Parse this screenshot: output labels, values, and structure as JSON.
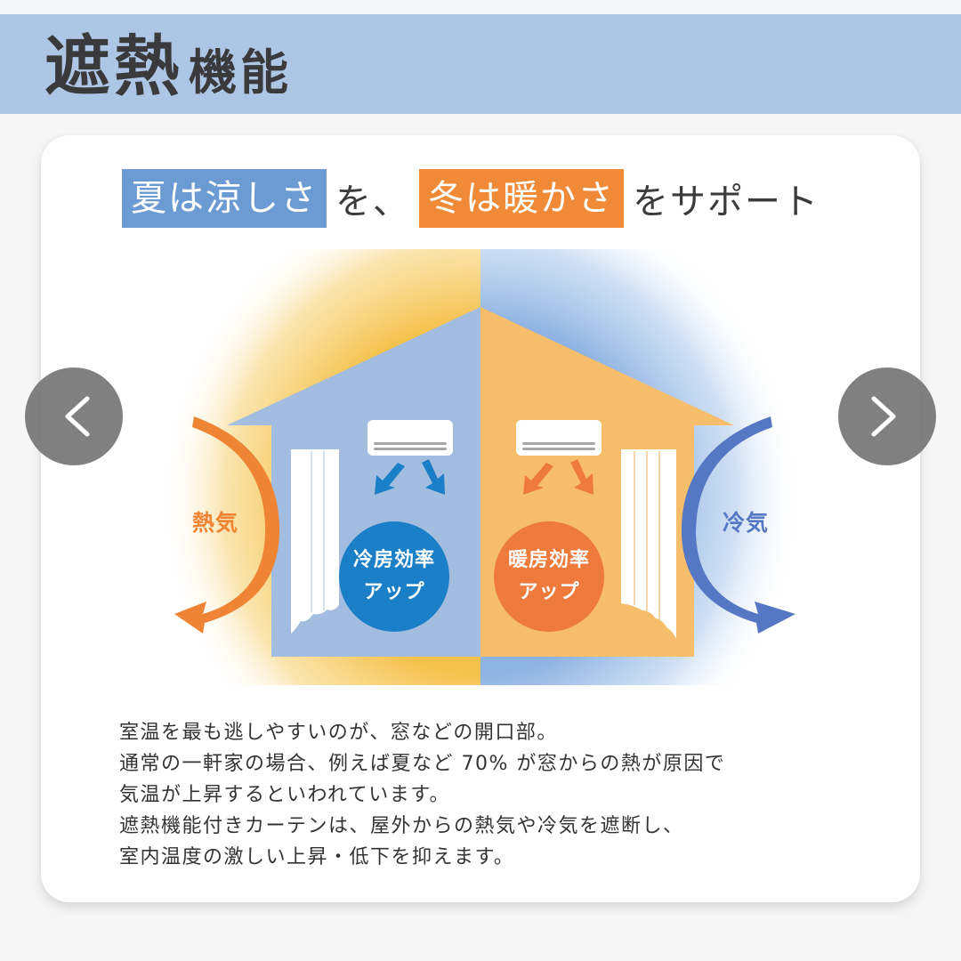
{
  "header": {
    "title_main": "遮熱",
    "title_sub": "機能",
    "band_color": "#aec6e6"
  },
  "headline": {
    "part1_highlight": "夏は涼しさ",
    "part2": "を、",
    "part3_highlight": "冬は暖かさ",
    "part4": "をサポート",
    "blue_color": "#6c9bd3",
    "orange_color": "#f08a37"
  },
  "illustration": {
    "left_side": {
      "season": "summer",
      "outside_label": "熱気",
      "circle_line1": "冷房効率",
      "circle_line2": "アップ",
      "house_color": "#a3bde0",
      "circle_color": "#1b7fc8",
      "arrow_color": "#ee8434"
    },
    "right_side": {
      "season": "winter",
      "outside_label": "冷気",
      "circle_line1": "暖房効率",
      "circle_line2": "アップ",
      "house_color": "#f6bd6a",
      "circle_color": "#ee7a3b",
      "arrow_color": "#5577c4"
    }
  },
  "body": {
    "lines": [
      "室温を最も逃しやすいのが、窓などの開口部。",
      "通常の一軒家の場合、例えば夏など 70% が窓からの熱が原因で",
      "気温が上昇するといわれています。",
      "遮熱機能付きカーテンは、屋外からの熱気や冷気を遮断し、",
      "室内温度の激しい上昇・低下を抑えます。"
    ]
  },
  "navigation": {
    "prev_icon": "chevron-left-icon",
    "next_icon": "chevron-right-icon"
  }
}
